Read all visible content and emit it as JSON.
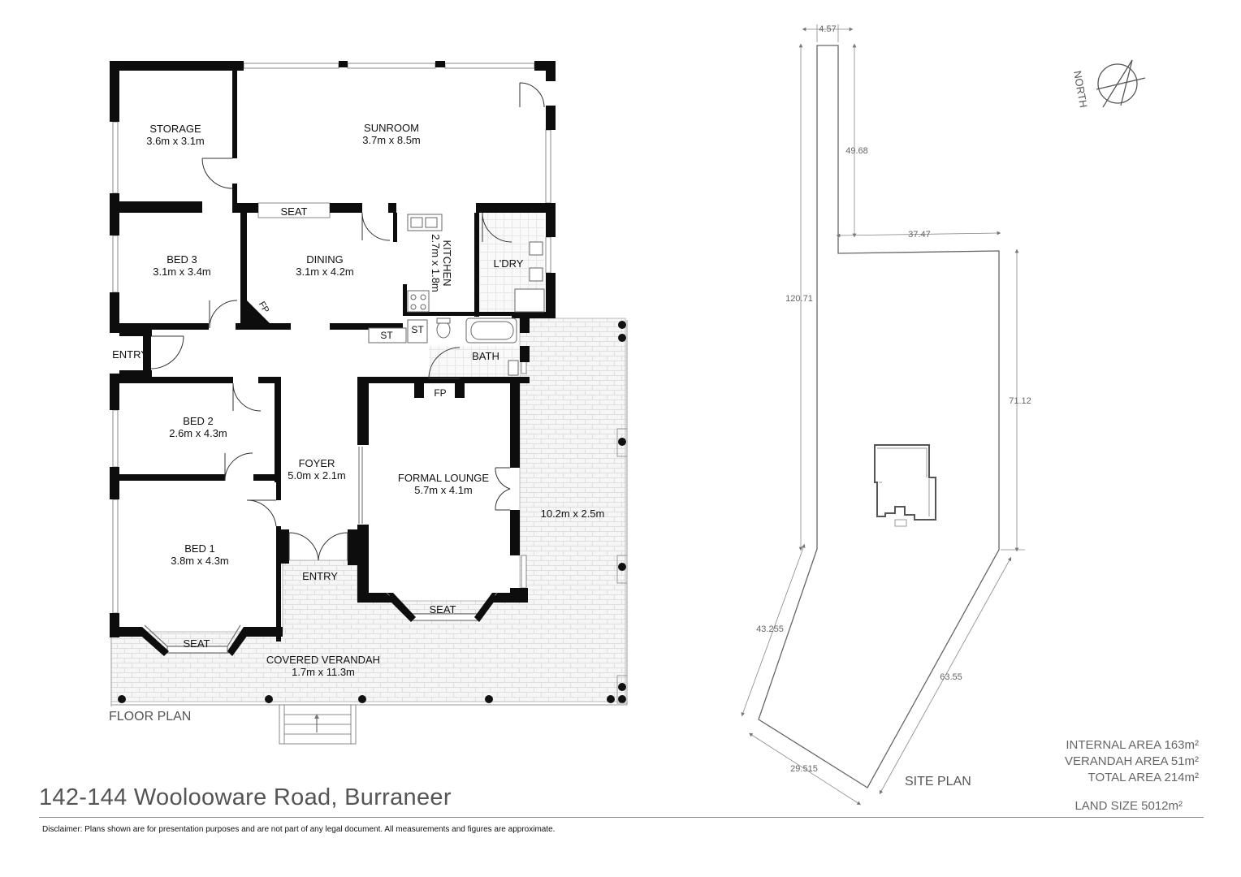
{
  "address": "142-144 Woolooware Road, Burraneer",
  "disclaimer": "Disclaimer: Plans shown are for presentation purposes and are not part of any legal document. All measurements and figures are approximate.",
  "plan_labels": {
    "floor_plan": "FLOOR PLAN",
    "site_plan": "SITE PLAN",
    "north": "NORTH"
  },
  "rooms": {
    "storage": {
      "name": "STORAGE",
      "size": "3.6m x 3.1m"
    },
    "sunroom": {
      "name": "SUNROOM",
      "size": "3.7m x 8.5m"
    },
    "bed3": {
      "name": "BED 3",
      "size": "3.1m x 3.4m"
    },
    "dining": {
      "name": "DINING",
      "size": "3.1m x 4.2m"
    },
    "kitchen": {
      "name": "KITCHEN",
      "size": "2.7m x 1.8m"
    },
    "laundry": {
      "name": "L'DRY"
    },
    "entry_side": {
      "name": "ENTRY"
    },
    "bath": {
      "name": "BATH"
    },
    "bed2": {
      "name": "BED 2",
      "size": "2.6m x 4.3m"
    },
    "foyer": {
      "name": "FOYER",
      "size": "5.0m x 2.1m"
    },
    "formal_lounge": {
      "name": "FORMAL LOUNGE",
      "size": "5.7m x 4.1m"
    },
    "side_verandah": {
      "size": "10.2m x 2.5m"
    },
    "bed1": {
      "name": "BED 1",
      "size": "3.8m x 4.3m"
    },
    "entry_front": {
      "name": "ENTRY"
    },
    "covered_verandah": {
      "name": "COVERED VERANDAH",
      "size": "1.7m x 11.3m"
    }
  },
  "fixtures": {
    "seat_dining": "SEAT",
    "seat_lounge": "SEAT",
    "seat_bed1": "SEAT",
    "fp_dining": "FP",
    "fp_lounge": "FP",
    "st_1": "ST",
    "st_2": "ST"
  },
  "site_dimensions": {
    "top": "4.57",
    "upper_right": "49.68",
    "notch": "37.47",
    "left": "120.71",
    "right": "71.12",
    "lower_left": "43.255",
    "lower_right": "63.55",
    "bottom": "29.515"
  },
  "areas": {
    "internal": "INTERNAL AREA 163m²",
    "verandah": "VERANDAH AREA 51m²",
    "total": "TOTAL AREA 214m²",
    "land": "LAND SIZE 5012m²"
  }
}
